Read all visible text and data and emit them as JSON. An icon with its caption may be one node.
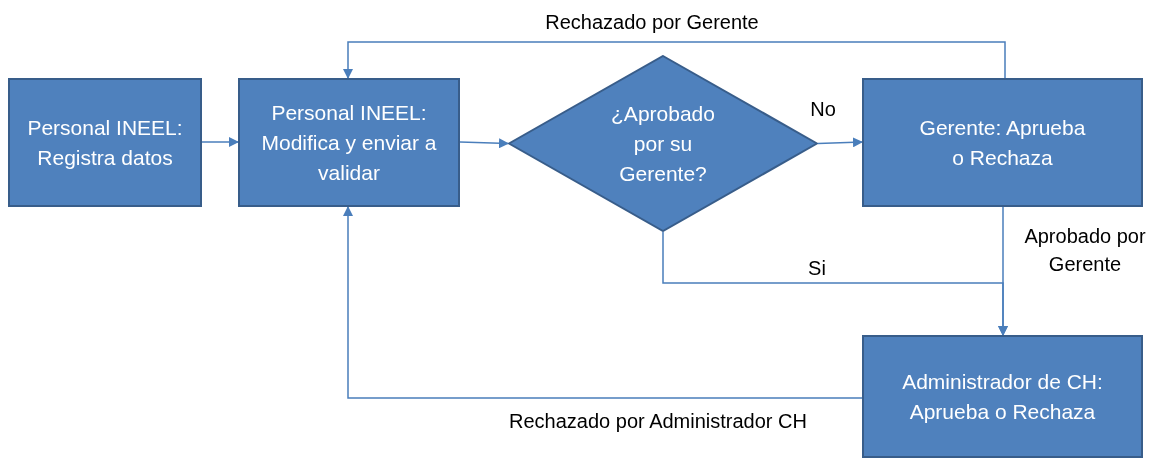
{
  "diagram": {
    "nodes": [
      {
        "text": [
          "Personal INEEL: Registra datos"
        ]
      },
      {
        "text": [
          "Personal INEEL: Modifica y enviar a validar"
        ]
      },
      {
        "text": [
          "¿Aprobado por su Gerente?"
        ]
      },
      {
        "text": [
          "Gerente: Aprueba o Rechaza"
        ]
      },
      {
        "text": [
          "Administrador de CH: Aprueba o Rechaza"
        ]
      }
    ],
    "edges": [
      {
        "from": 0,
        "to": 1,
        "arrow": "to"
      },
      {
        "from": 1,
        "to": 2,
        "arrow": "to"
      },
      {
        "from": 2,
        "to": 3,
        "arrow": "to",
        "label": "No"
      },
      {
        "from": 3,
        "to": 1,
        "arrow": "to",
        "label": "Rechazado por Gerente"
      },
      {
        "from": 3,
        "to": 4,
        "arrow": "to",
        "label": "Aprobado por Gerente"
      },
      {
        "from": 2,
        "to": 4,
        "arrow": "to",
        "label": "Si"
      },
      {
        "from": 4,
        "to": 1,
        "arrow": "to",
        "label": "Rechazado por Administrador CH"
      }
    ]
  }
}
